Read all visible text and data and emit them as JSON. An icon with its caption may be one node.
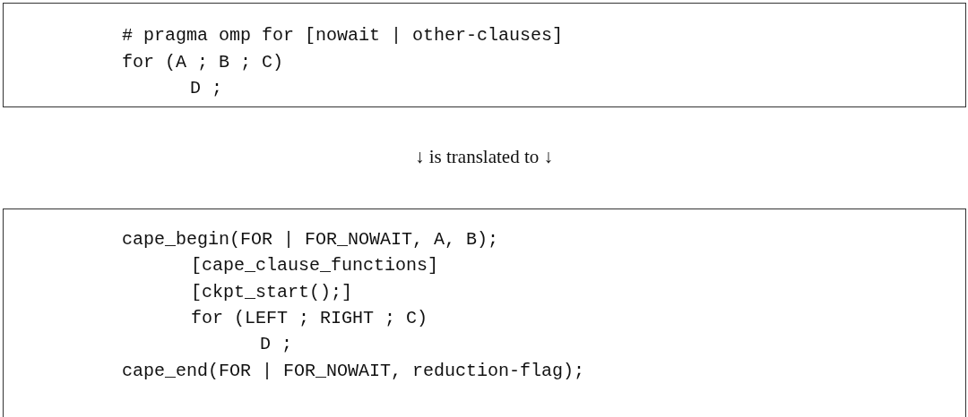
{
  "diagram": {
    "nodes": [
      {
        "text": [
          "# pragma omp for [nowait | other-clauses]",
          "for (A ; B ; C)",
          "D ;"
        ]
      },
      {
        "text": [
          "cape_begin(FOR | FOR_NOWAIT, A, B);",
          "[cape_clause_functions]",
          "[ckpt_start();]",
          "for (LEFT ; RIGHT ; C)",
          "D ;",
          "cape_end(FOR | FOR_NOWAIT, reduction-flag);"
        ]
      }
    ],
    "labels": [
      "↓ is translated to ↓"
    ]
  }
}
